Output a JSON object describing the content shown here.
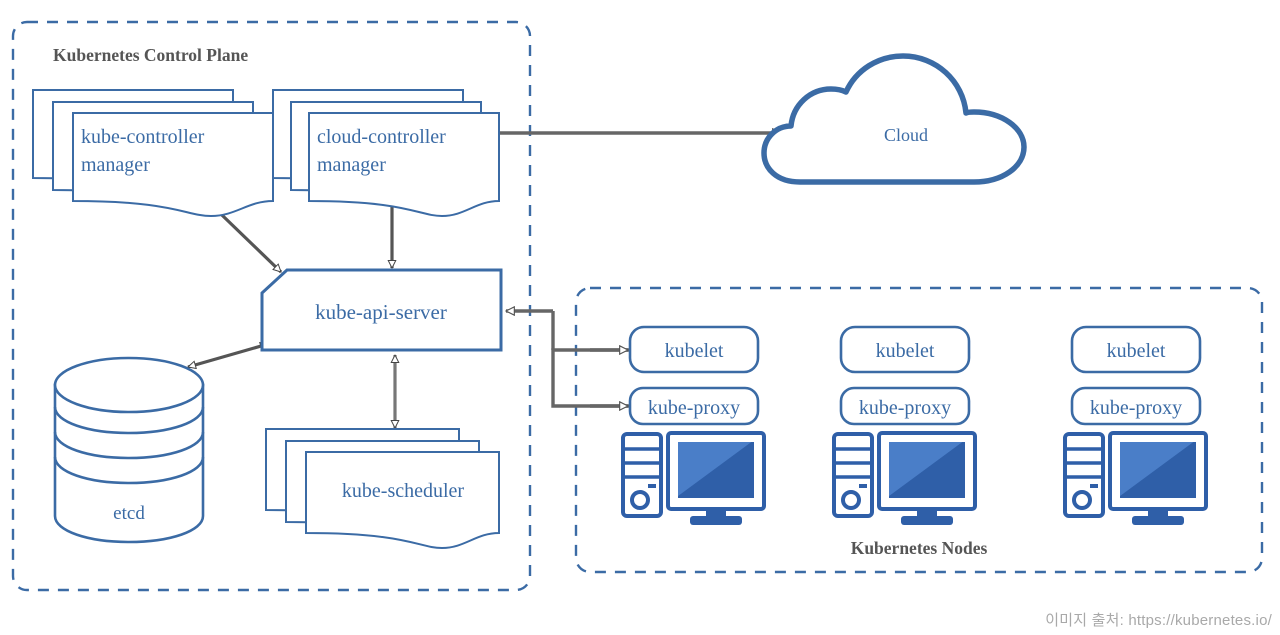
{
  "diagram": {
    "type": "architecture-diagram",
    "title_visible": false,
    "background_color": "#ffffff",
    "accent_blue": "#3b6ba5",
    "line_gray": "#666666",
    "screen_blue_light": "#4a7ec8",
    "screen_blue_dark": "#2f5fa8",
    "title_gray": "#555555"
  },
  "groups": {
    "control_plane": {
      "label": "Kubernetes Control Plane",
      "label_position": "top-left",
      "border_style": "dashed",
      "border_color": "#3b6ba5"
    },
    "nodes": {
      "label": "Kubernetes Nodes",
      "label_position": "bottom-center",
      "border_style": "dashed",
      "border_color": "#3b6ba5"
    }
  },
  "components": {
    "kube_controller_manager": {
      "label_line1": "kube-controller",
      "label_line2": "manager",
      "shape": "stacked-document",
      "stack_count": 3
    },
    "cloud_controller_manager": {
      "label_line1": "cloud-controller",
      "label_line2": "manager",
      "shape": "stacked-document",
      "stack_count": 3
    },
    "kube_api_server": {
      "label": "kube-api-server",
      "shape": "chamfered-rectangle"
    },
    "etcd": {
      "label": "etcd",
      "shape": "cylinder",
      "disc_count": 3
    },
    "kube_scheduler": {
      "label": "kube-scheduler",
      "shape": "stacked-document",
      "stack_count": 3
    },
    "cloud": {
      "label": "Cloud",
      "shape": "cloud"
    }
  },
  "nodes": [
    {
      "kubelet_label": "kubelet",
      "kube_proxy_label": "kube-proxy",
      "icon": "computer-icon"
    },
    {
      "kubelet_label": "kubelet",
      "kube_proxy_label": "kube-proxy",
      "icon": "computer-icon"
    },
    {
      "kubelet_label": "kubelet",
      "kube_proxy_label": "kube-proxy",
      "icon": "computer-icon"
    }
  ],
  "connections": [
    {
      "from": "kube-controller-manager",
      "to": "kube-api-server",
      "arrow": "double-hollow"
    },
    {
      "from": "cloud-controller-manager",
      "to": "kube-api-server",
      "arrow": "double-hollow"
    },
    {
      "from": "kube-api-server",
      "to": "etcd",
      "arrow": "double-hollow"
    },
    {
      "from": "kube-api-server",
      "to": "kube-scheduler",
      "arrow": "double-hollow"
    },
    {
      "from": "cloud-controller-manager",
      "to": "cloud",
      "arrow": "single-hollow"
    },
    {
      "from": "kubelet",
      "to": "kube-api-server",
      "arrow": "single-hollow"
    },
    {
      "from": "kube-proxy",
      "to": "kube-api-server",
      "arrow": "single-hollow"
    }
  ],
  "caption": {
    "text": "이미지 출처: https://kubernetes.io/"
  }
}
